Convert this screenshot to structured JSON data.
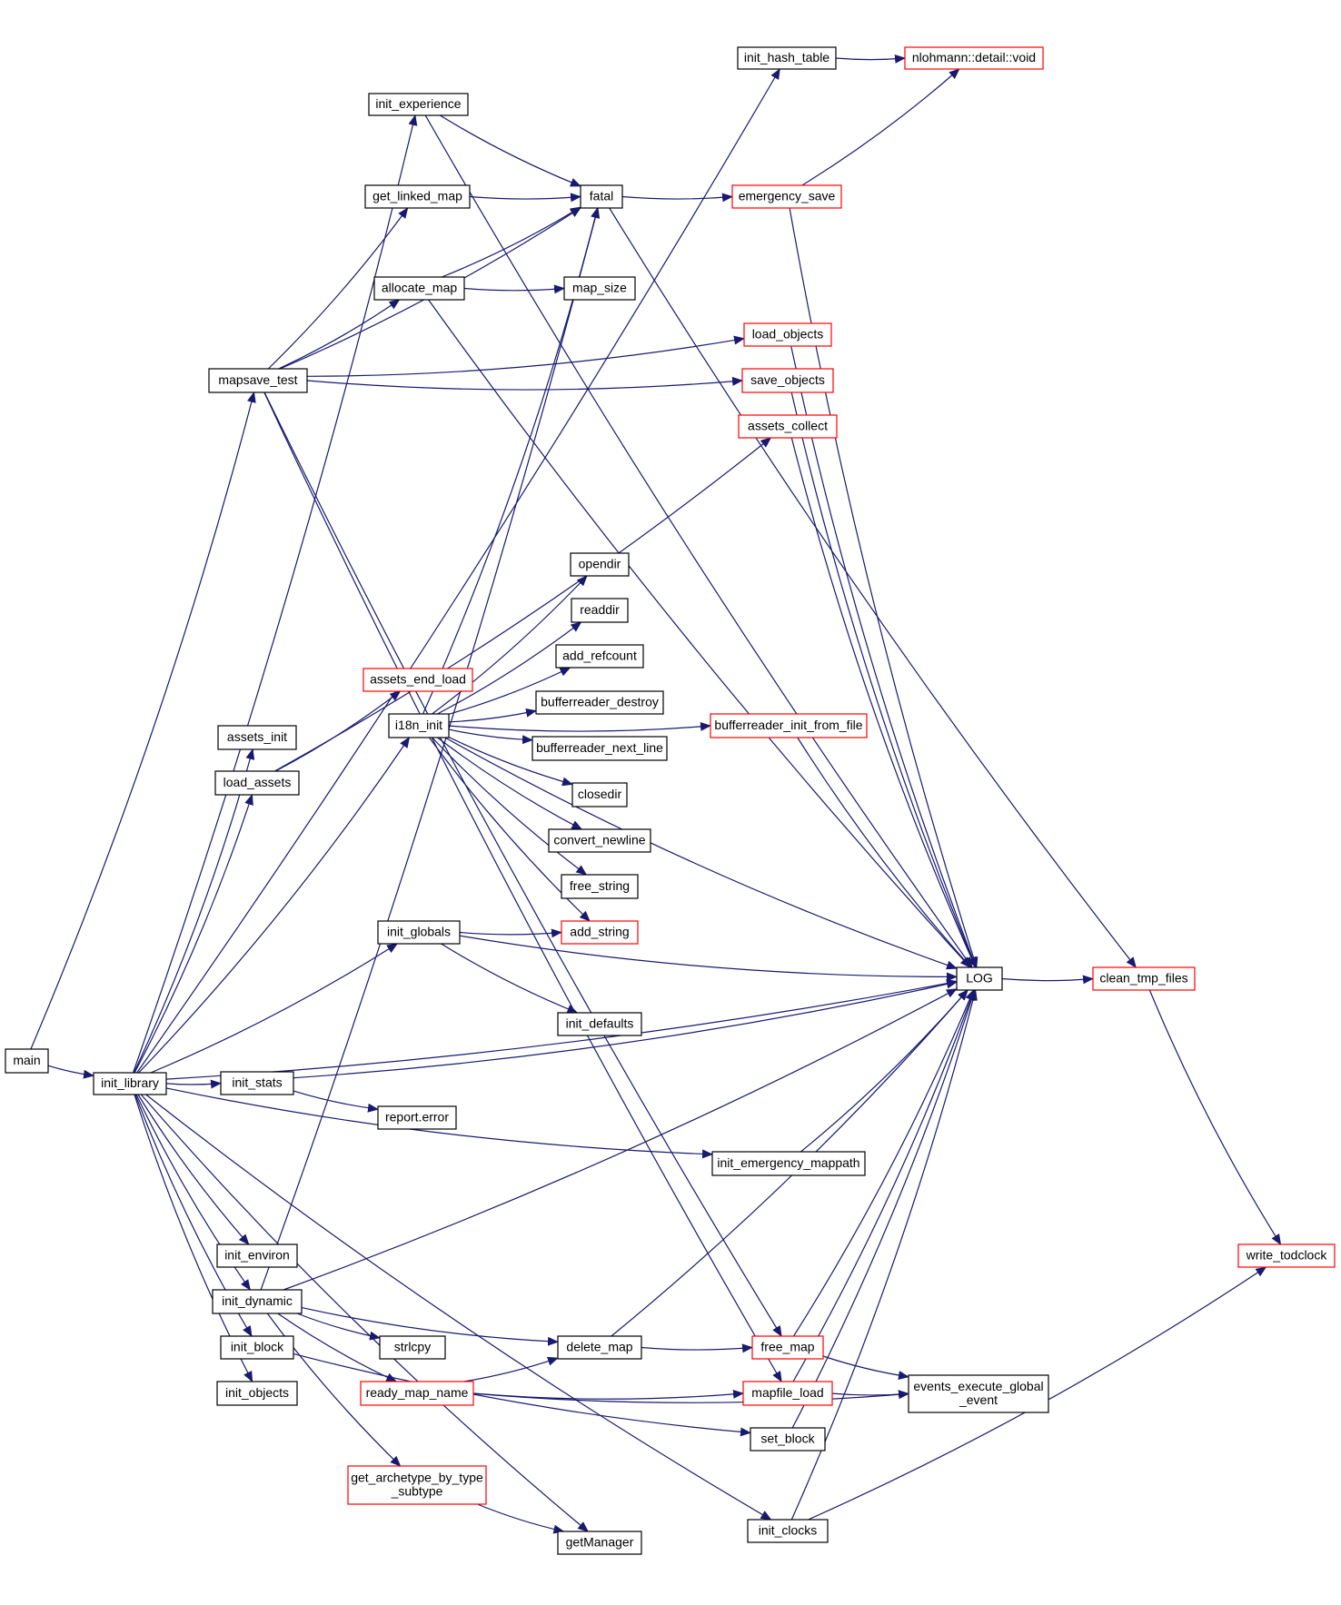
{
  "colors": {
    "edge": "#191970",
    "node_border": "#000000",
    "truncated_border": "#ff0000",
    "root_fill": "#bfbfbf",
    "background": "#ffffff"
  },
  "nodes": [
    {
      "id": "main",
      "label": "main",
      "kind": "root"
    },
    {
      "id": "init_library",
      "label": "init_library",
      "kind": "normal"
    },
    {
      "id": "init_hash_table",
      "label": "init_hash_table",
      "kind": "normal"
    },
    {
      "id": "nlohmann",
      "label": "nlohmann::detail::void",
      "kind": "truncated"
    },
    {
      "id": "init_experience",
      "label": "init_experience",
      "kind": "normal"
    },
    {
      "id": "get_linked_map",
      "label": "get_linked_map",
      "kind": "normal"
    },
    {
      "id": "fatal",
      "label": "fatal",
      "kind": "normal"
    },
    {
      "id": "emergency_save",
      "label": "emergency_save",
      "kind": "truncated"
    },
    {
      "id": "allocate_map",
      "label": "allocate_map",
      "kind": "normal"
    },
    {
      "id": "map_size",
      "label": "map_size",
      "kind": "normal"
    },
    {
      "id": "load_objects",
      "label": "load_objects",
      "kind": "truncated"
    },
    {
      "id": "mapsave_test",
      "label": "mapsave_test",
      "kind": "normal"
    },
    {
      "id": "save_objects",
      "label": "save_objects",
      "kind": "truncated"
    },
    {
      "id": "assets_collect",
      "label": "assets_collect",
      "kind": "truncated"
    },
    {
      "id": "opendir",
      "label": "opendir",
      "kind": "normal"
    },
    {
      "id": "readdir",
      "label": "readdir",
      "kind": "normal"
    },
    {
      "id": "add_refcount",
      "label": "add_refcount",
      "kind": "normal"
    },
    {
      "id": "assets_end_load",
      "label": "assets_end_load",
      "kind": "truncated"
    },
    {
      "id": "bufferreader_destroy",
      "label": "bufferreader_destroy",
      "kind": "normal"
    },
    {
      "id": "i18n_init",
      "label": "i18n_init",
      "kind": "normal"
    },
    {
      "id": "bufferreader_init_from_file",
      "label": "bufferreader_init_from_file",
      "kind": "truncated"
    },
    {
      "id": "assets_init",
      "label": "assets_init",
      "kind": "normal"
    },
    {
      "id": "bufferreader_next_line",
      "label": "bufferreader_next_line",
      "kind": "normal"
    },
    {
      "id": "load_assets",
      "label": "load_assets",
      "kind": "normal"
    },
    {
      "id": "closedir",
      "label": "closedir",
      "kind": "normal"
    },
    {
      "id": "convert_newline",
      "label": "convert_newline",
      "kind": "normal"
    },
    {
      "id": "free_string",
      "label": "free_string",
      "kind": "normal"
    },
    {
      "id": "init_globals",
      "label": "init_globals",
      "kind": "normal"
    },
    {
      "id": "add_string",
      "label": "add_string",
      "kind": "truncated"
    },
    {
      "id": "LOG",
      "label": "LOG",
      "kind": "normal"
    },
    {
      "id": "clean_tmp_files",
      "label": "clean_tmp_files",
      "kind": "truncated"
    },
    {
      "id": "init_defaults",
      "label": "init_defaults",
      "kind": "normal"
    },
    {
      "id": "init_stats",
      "label": "init_stats",
      "kind": "normal"
    },
    {
      "id": "report_error",
      "label": "report.error",
      "kind": "normal"
    },
    {
      "id": "init_emergency_mappath",
      "label": "init_emergency_mappath",
      "kind": "normal"
    },
    {
      "id": "init_environ",
      "label": "init_environ",
      "kind": "normal"
    },
    {
      "id": "write_todclock",
      "label": "write_todclock",
      "kind": "truncated"
    },
    {
      "id": "init_dynamic",
      "label": "init_dynamic",
      "kind": "normal"
    },
    {
      "id": "strlcpy",
      "label": "strlcpy",
      "kind": "normal"
    },
    {
      "id": "delete_map",
      "label": "delete_map",
      "kind": "normal"
    },
    {
      "id": "free_map",
      "label": "free_map",
      "kind": "truncated"
    },
    {
      "id": "init_block",
      "label": "init_block",
      "kind": "normal"
    },
    {
      "id": "events_execute_global_event",
      "label": "events_execute_global\n_event",
      "kind": "normal"
    },
    {
      "id": "init_objects",
      "label": "init_objects",
      "kind": "normal"
    },
    {
      "id": "ready_map_name",
      "label": "ready_map_name",
      "kind": "truncated"
    },
    {
      "id": "mapfile_load",
      "label": "mapfile_load",
      "kind": "truncated"
    },
    {
      "id": "set_block",
      "label": "set_block",
      "kind": "normal"
    },
    {
      "id": "get_archetype_by_type_subtype",
      "label": "get_archetype_by_type\n_subtype",
      "kind": "truncated"
    },
    {
      "id": "init_clocks",
      "label": "init_clocks",
      "kind": "normal"
    },
    {
      "id": "getManager",
      "label": "getManager",
      "kind": "normal"
    }
  ],
  "edges": [
    {
      "from": "main",
      "to": "init_library"
    },
    {
      "from": "main",
      "to": "mapsave_test"
    },
    {
      "from": "init_library",
      "to": "init_hash_table"
    },
    {
      "from": "init_library",
      "to": "init_experience"
    },
    {
      "from": "init_library",
      "to": "init_stats"
    },
    {
      "from": "init_library",
      "to": "i18n_init"
    },
    {
      "from": "init_library",
      "to": "init_globals"
    },
    {
      "from": "init_library",
      "to": "assets_init"
    },
    {
      "from": "init_library",
      "to": "load_assets"
    },
    {
      "from": "init_library",
      "to": "init_emergency_mappath"
    },
    {
      "from": "init_library",
      "to": "LOG"
    },
    {
      "from": "init_library",
      "to": "init_environ"
    },
    {
      "from": "init_library",
      "to": "init_dynamic"
    },
    {
      "from": "init_library",
      "to": "init_block"
    },
    {
      "from": "init_library",
      "to": "init_objects"
    },
    {
      "from": "init_library",
      "to": "getManager"
    },
    {
      "from": "init_library",
      "to": "init_clocks"
    },
    {
      "from": "init_hash_table",
      "to": "nlohmann"
    },
    {
      "from": "init_experience",
      "to": "fatal"
    },
    {
      "from": "init_experience",
      "to": "LOG"
    },
    {
      "from": "mapsave_test",
      "to": "fatal"
    },
    {
      "from": "mapsave_test",
      "to": "get_linked_map"
    },
    {
      "from": "mapsave_test",
      "to": "allocate_map"
    },
    {
      "from": "mapsave_test",
      "to": "load_objects"
    },
    {
      "from": "mapsave_test",
      "to": "save_objects"
    },
    {
      "from": "mapsave_test",
      "to": "free_map"
    },
    {
      "from": "mapsave_test",
      "to": "mapfile_load"
    },
    {
      "from": "get_linked_map",
      "to": "fatal"
    },
    {
      "from": "allocate_map",
      "to": "fatal"
    },
    {
      "from": "allocate_map",
      "to": "map_size"
    },
    {
      "from": "allocate_map",
      "to": "LOG"
    },
    {
      "from": "fatal",
      "to": "emergency_save"
    },
    {
      "from": "fatal",
      "to": "clean_tmp_files"
    },
    {
      "from": "emergency_save",
      "to": "nlohmann"
    },
    {
      "from": "emergency_save",
      "to": "LOG"
    },
    {
      "from": "load_objects",
      "to": "LOG"
    },
    {
      "from": "save_objects",
      "to": "LOG"
    },
    {
      "from": "assets_collect",
      "to": "LOG"
    },
    {
      "from": "load_assets",
      "to": "assets_end_load"
    },
    {
      "from": "load_assets",
      "to": "assets_collect"
    },
    {
      "from": "i18n_init",
      "to": "fatal"
    },
    {
      "from": "i18n_init",
      "to": "LOG"
    },
    {
      "from": "i18n_init",
      "to": "bufferreader_init_from_file"
    },
    {
      "from": "i18n_init",
      "to": "opendir"
    },
    {
      "from": "i18n_init",
      "to": "readdir"
    },
    {
      "from": "i18n_init",
      "to": "add_refcount"
    },
    {
      "from": "i18n_init",
      "to": "bufferreader_destroy"
    },
    {
      "from": "i18n_init",
      "to": "bufferreader_next_line"
    },
    {
      "from": "i18n_init",
      "to": "closedir"
    },
    {
      "from": "i18n_init",
      "to": "convert_newline"
    },
    {
      "from": "i18n_init",
      "to": "free_string"
    },
    {
      "from": "i18n_init",
      "to": "add_string"
    },
    {
      "from": "bufferreader_init_from_file",
      "to": "LOG"
    },
    {
      "from": "init_globals",
      "to": "add_string"
    },
    {
      "from": "init_globals",
      "to": "LOG"
    },
    {
      "from": "init_globals",
      "to": "init_defaults"
    },
    {
      "from": "LOG",
      "to": "clean_tmp_files"
    },
    {
      "from": "clean_tmp_files",
      "to": "write_todclock"
    },
    {
      "from": "init_stats",
      "to": "LOG"
    },
    {
      "from": "init_stats",
      "to": "report_error"
    },
    {
      "from": "init_emergency_mappath",
      "to": "LOG"
    },
    {
      "from": "init_dynamic",
      "to": "fatal"
    },
    {
      "from": "init_dynamic",
      "to": "LOG"
    },
    {
      "from": "init_dynamic",
      "to": "delete_map"
    },
    {
      "from": "init_dynamic",
      "to": "strlcpy"
    },
    {
      "from": "init_dynamic",
      "to": "ready_map_name"
    },
    {
      "from": "init_dynamic",
      "to": "get_archetype_by_type_subtype"
    },
    {
      "from": "delete_map",
      "to": "free_map"
    },
    {
      "from": "delete_map",
      "to": "LOG"
    },
    {
      "from": "free_map",
      "to": "LOG"
    },
    {
      "from": "free_map",
      "to": "events_execute_global_event"
    },
    {
      "from": "init_block",
      "to": "set_block"
    },
    {
      "from": "ready_map_name",
      "to": "delete_map"
    },
    {
      "from": "ready_map_name",
      "to": "mapfile_load"
    },
    {
      "from": "ready_map_name",
      "to": "events_execute_global_event"
    },
    {
      "from": "mapfile_load",
      "to": "LOG"
    },
    {
      "from": "mapfile_load",
      "to": "events_execute_global_event"
    },
    {
      "from": "set_block",
      "to": "LOG"
    },
    {
      "from": "get_archetype_by_type_subtype",
      "to": "getManager"
    },
    {
      "from": "init_clocks",
      "to": "LOG"
    },
    {
      "from": "init_clocks",
      "to": "write_todclock"
    }
  ]
}
